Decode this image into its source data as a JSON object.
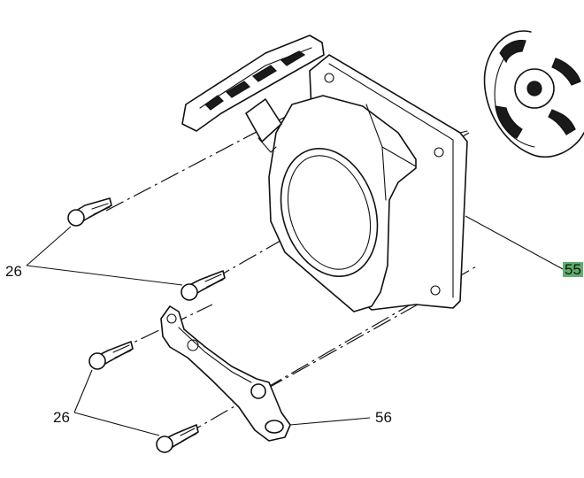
{
  "callouts": {
    "screw_top": "26",
    "screw_bottom": "26",
    "starter_housing": "55",
    "bracket": "56"
  },
  "colors": {
    "line": "#111111",
    "highlight": "#5fae6e",
    "background": "#ffffff"
  }
}
